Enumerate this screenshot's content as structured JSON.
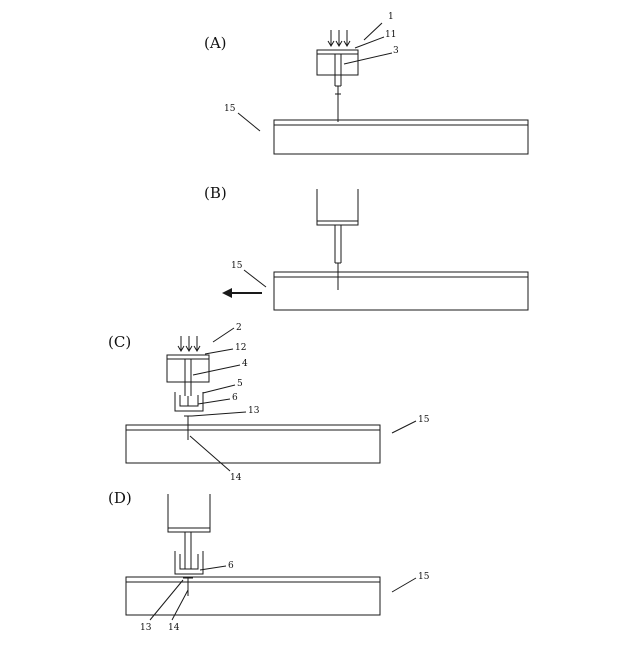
{
  "panels": [
    {
      "label": "(A)",
      "callouts": [
        "1",
        "11",
        "3",
        "15"
      ]
    },
    {
      "label": "(B)",
      "callouts": [
        "15"
      ]
    },
    {
      "label": "(C)",
      "callouts": [
        "2",
        "12",
        "4",
        "5",
        "6",
        "13",
        "15",
        "14"
      ]
    },
    {
      "label": "(D)",
      "callouts": [
        "6",
        "15",
        "13",
        "14"
      ]
    }
  ]
}
